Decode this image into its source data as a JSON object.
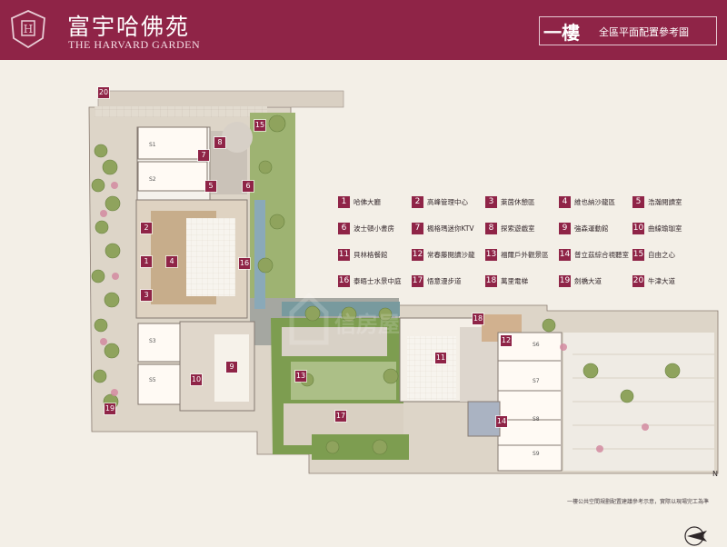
{
  "header": {
    "brand_cn": "富宇哈佛苑",
    "brand_en": "THE HARVARD GARDEN",
    "floor_title": "一樓",
    "plan_title": "全區平面配置參考圖"
  },
  "legend": [
    {
      "num": "1",
      "label": "哈佛大廳"
    },
    {
      "num": "2",
      "label": "高峰管理中心"
    },
    {
      "num": "3",
      "label": "萊茵休憩區"
    },
    {
      "num": "4",
      "label": "維也納沙龍區"
    },
    {
      "num": "5",
      "label": "浩瀚閱讀室"
    },
    {
      "num": "6",
      "label": "波士頓小書房"
    },
    {
      "num": "7",
      "label": "楓格瑪迷你KTV"
    },
    {
      "num": "8",
      "label": "探索遊戲室"
    },
    {
      "num": "9",
      "label": "強森運動館"
    },
    {
      "num": "10",
      "label": "曲線瑜珈室"
    },
    {
      "num": "11",
      "label": "貝林格餐館"
    },
    {
      "num": "12",
      "label": "常春藤閱讀沙龍"
    },
    {
      "num": "13",
      "label": "福爾戶外觀景區"
    },
    {
      "num": "14",
      "label": "普立茲綜合視聽室"
    },
    {
      "num": "15",
      "label": "自由之心"
    },
    {
      "num": "16",
      "label": "泰晤士水景中庭"
    },
    {
      "num": "17",
      "label": "悟意漫步道"
    },
    {
      "num": "18",
      "label": "萬里電梯"
    },
    {
      "num": "19",
      "label": "劍橋大道"
    },
    {
      "num": "20",
      "label": "牛津大道"
    }
  ],
  "map_markers": [
    "20",
    "15",
    "8",
    "7",
    "5",
    "6",
    "2",
    "16",
    "1",
    "4",
    "3",
    "10",
    "9",
    "19",
    "13",
    "17",
    "18",
    "12",
    "11",
    "14"
  ],
  "unit_labels": [
    "S1",
    "S2",
    "S3",
    "S5",
    "S6",
    "S7",
    "S8",
    "S9"
  ],
  "footnote": "一樓公共空間規劃配置建議參考示意，實際以現場完工為準",
  "watermark": "信房屋",
  "north_arrow": "N",
  "colors": {
    "brand": "#8f2447",
    "paper": "#f3efe7",
    "grass": "#7d9d50",
    "path": "#d7cdbf",
    "water": "#8aa9b8"
  }
}
